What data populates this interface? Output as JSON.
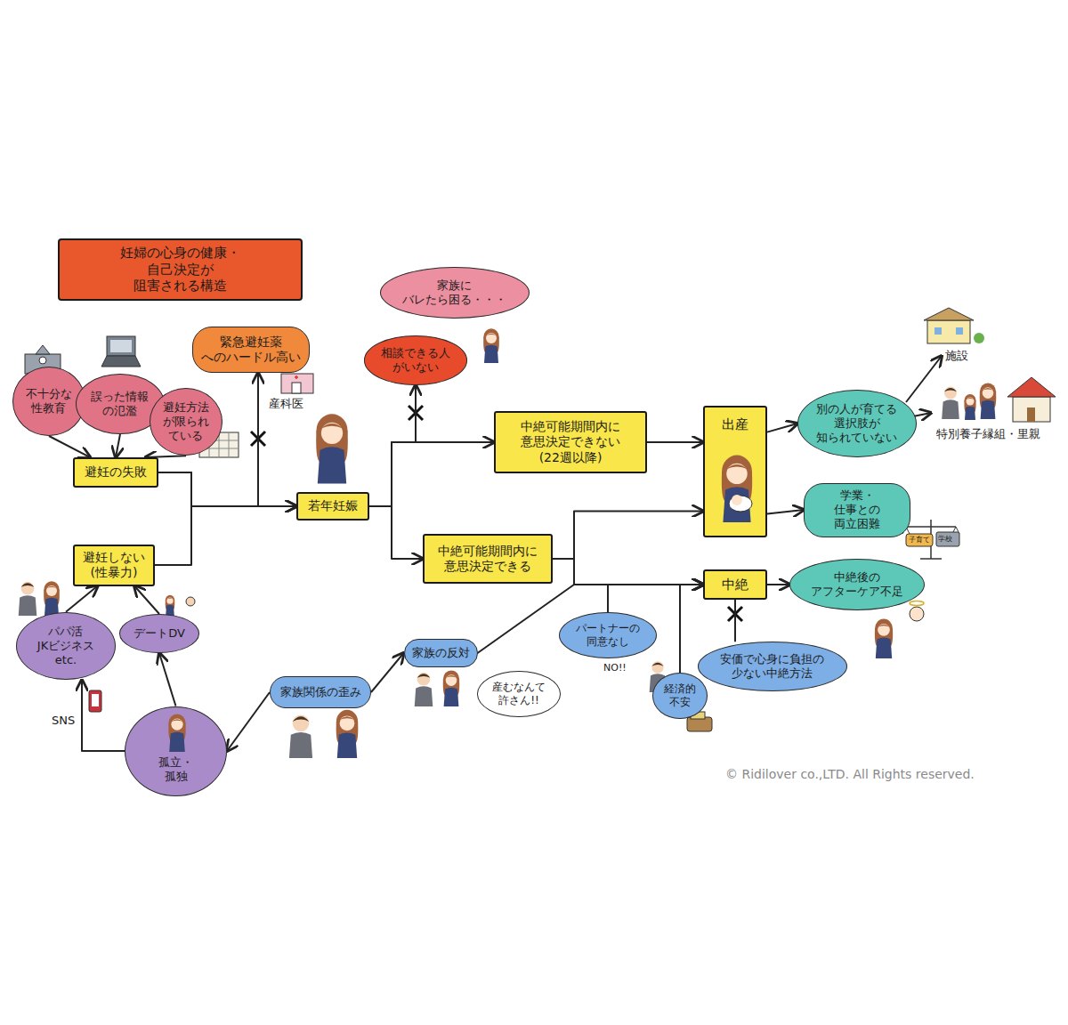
{
  "diagram": {
    "title": "妊婦の心身の健康・自己決定が 阻害される構造",
    "nodes": [
      {
        "text": [
          "不十分な 性教育"
        ]
      },
      {
        "text": [
          "誤った情報 の氾濫"
        ]
      },
      {
        "text": [
          "避妊方法 が限られ ている"
        ]
      },
      {
        "text": [
          "避妊の失敗"
        ]
      },
      {
        "text": [
          "緊急避妊薬 へのハードル高い"
        ]
      },
      {
        "text": [
          "避妊しない (性暴力)"
        ]
      },
      {
        "text": [
          "パパ活 JKビジネス etc."
        ]
      },
      {
        "text": [
          "デートDV"
        ]
      },
      {
        "text": [
          "孤立・孤独"
        ]
      },
      {
        "text": [
          "若年妊娠"
        ]
      },
      {
        "text": [
          "家族に バレたら困る・・・"
        ]
      },
      {
        "text": [
          "相談できる人 がいない"
        ]
      },
      {
        "text": [
          "中絶可能期間内に 意思決定できない (22週以降)"
        ]
      },
      {
        "text": [
          "中絶可能期間内に 意思決定できる"
        ]
      },
      {
        "text": [
          "出産"
        ]
      },
      {
        "text": [
          "中絶"
        ]
      },
      {
        "text": [
          "別の人が育てる 選択肢が 知られていない"
        ]
      },
      {
        "text": [
          "学業・仕事との 両立困難"
        ]
      },
      {
        "text": [
          "中絶後の アフターケア不足"
        ]
      },
      {
        "text": [
          "安価で心身に負担の 少ない中絶方法"
        ]
      },
      {
        "text": [
          "家族関係の歪み"
        ]
      },
      {
        "text": [
          "家族の反対"
        ]
      },
      {
        "text": [
          "産むなんて 許さん!!"
        ]
      },
      {
        "text": [
          "パートナーの 同意なし"
        ]
      },
      {
        "text": [
          "経済的 不安"
        ]
      }
    ],
    "edges": [
      {
        "from": 0,
        "to": 3,
        "arrow": "to"
      },
      {
        "from": 1,
        "to": 3,
        "arrow": "to"
      },
      {
        "from": 2,
        "to": 3,
        "arrow": "to"
      },
      {
        "from": 3,
        "to": 9,
        "arrow": "to"
      },
      {
        "from": 5,
        "to": 9,
        "arrow": "to"
      },
      {
        "from": 3,
        "to": 4,
        "arrow": "to"
      },
      {
        "from": 6,
        "to": 5,
        "arrow": "to"
      },
      {
        "from": 7,
        "to": 5,
        "arrow": "to"
      },
      {
        "from": 8,
        "to": 6,
        "arrow": "to"
      },
      {
        "from": 8,
        "to": 7,
        "arrow": "to"
      },
      {
        "from": 9,
        "to": 12,
        "arrow": "to"
      },
      {
        "from": 9,
        "to": 13,
        "arrow": "to"
      },
      {
        "from": 9,
        "to": 11,
        "arrow": "to"
      },
      {
        "from": 12,
        "to": 14,
        "arrow": "to"
      },
      {
        "from": 13,
        "to": 14,
        "arrow": "to"
      },
      {
        "from": 13,
        "to": 15,
        "arrow": "to"
      },
      {
        "from": 14,
        "to": 16,
        "arrow": "to"
      },
      {
        "from": 14,
        "to": 17,
        "arrow": "to"
      },
      {
        "from": 15,
        "to": 18,
        "arrow": "to"
      },
      {
        "from": 15,
        "to": 19,
        "arrow": "none"
      },
      {
        "from": 20,
        "to": 8,
        "arrow": "to"
      },
      {
        "from": 20,
        "to": 21,
        "arrow": "to"
      },
      {
        "from": 21,
        "to": 15,
        "arrow": "to"
      },
      {
        "from": 23,
        "to": 15,
        "arrow": "to"
      },
      {
        "from": 24,
        "to": 15,
        "arrow": "to"
      }
    ],
    "labels": [
      "産科医",
      "施設",
      "特別養子縁組・里親",
      "SNS",
      "NO!!",
      "子育て",
      "学校",
      "© Ridilover co.,LTD. All Rights reserved."
    ]
  }
}
